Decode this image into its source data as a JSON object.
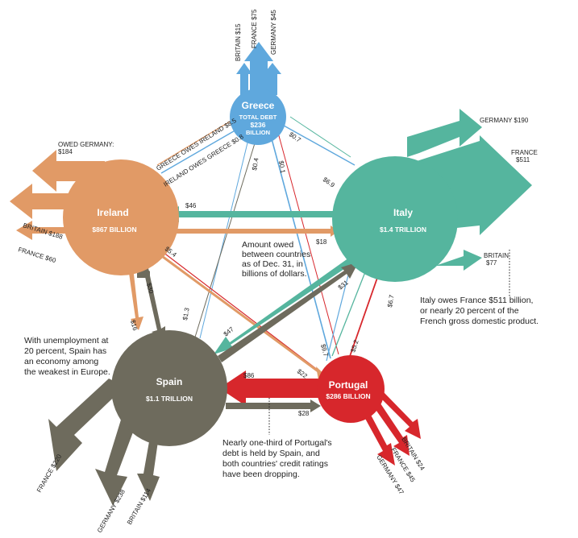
{
  "colors": {
    "greece": "#5fa8dd",
    "ireland": "#e19a66",
    "italy": "#55b59e",
    "spain": "#6e6b5d",
    "portugal": "#d7272c"
  },
  "greece": {
    "name": "Greece",
    "debt_line1": "TOTAL DEBT",
    "debt_line2": "$236",
    "debt_line3": "BILLION",
    "owed_britain": "BRITAIN $15",
    "owed_france": "FRANCE $75",
    "owed_germany": "GERMANY $45"
  },
  "ireland": {
    "name": "Ireland",
    "debt": "$867 BILLION",
    "owed_germany_1": "OWED GERMANY:",
    "owed_germany_2": "$184",
    "owed_britain": "BRITAIN $188",
    "owed_france": "FRANCE $60"
  },
  "italy": {
    "name": "Italy",
    "debt": "$1.4 TRILLION",
    "owed_germany": "GERMANY $190",
    "owed_france_1": "FRANCE",
    "owed_france_2": "$511",
    "owed_britain_1": "BRITAIN",
    "owed_britain_2": "$77"
  },
  "spain": {
    "name": "Spain",
    "debt": "$1.1 TRILLION",
    "owed_france": "FRANCE $220",
    "owed_germany": "GERMANY $238",
    "owed_britain": "BRITAIN $114"
  },
  "portugal": {
    "name": "Portugal",
    "debt": "$286 BILLION",
    "owed_britain": "BRITAIN $24",
    "owed_france": "FRANCE $45",
    "owed_germany": "GERMANY $47"
  },
  "flows": {
    "greece_to_ireland": "GREECE OWES IRELAND $8.5",
    "ireland_to_greece": "IRELAND OWES GREECE $0.8",
    "greece_to_italy": "$0.7",
    "italy_to_greece": "$6.9",
    "greece_spain": "$0.4",
    "greece_portugal": "$0.1",
    "italy_to_ireland": "$46",
    "ireland_to_italy": "$18",
    "ireland_to_portugal": "$5.4",
    "ireland_to_spain": "$30",
    "spain_to_ireland": "$16",
    "spain_to_italy": "$31",
    "italy_to_spain": "$47",
    "greece_spain_2": "$1.3",
    "portugal_to_spain": "$86",
    "spain_to_portugal": "$28",
    "ireland_portugal_2": "$22",
    "italy_portugal": "$9.7",
    "portugal_to_italy": "$5.2",
    "italy_to_portugal": "$6.7"
  },
  "notes": {
    "legend_1": "Amount owed",
    "legend_2": "between countries",
    "legend_3": "as of Dec. 31, in",
    "legend_4": "billions of dollars.",
    "italy_1": "Italy owes France $511 billion,",
    "italy_2": "or nearly 20 percent of the",
    "italy_3": "French gross domestic product.",
    "spain_1": "With unemployment at",
    "spain_2": "20 percent, Spain has",
    "spain_3": "an economy among",
    "spain_4": "the weakest in Europe.",
    "portugal_1": "Nearly one-third of Portugal's",
    "portugal_2": "debt is held by Spain, and",
    "portugal_3": "both countries' credit ratings",
    "portugal_4": "have been dropping."
  }
}
